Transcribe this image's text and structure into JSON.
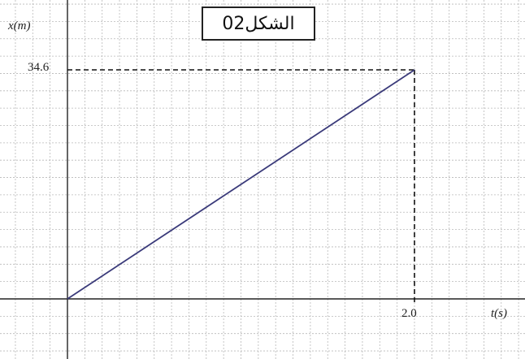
{
  "chart_data": {
    "type": "line",
    "title": "الشكل02",
    "xlabel": "t(s)",
    "ylabel": "x(m)",
    "series": [
      {
        "x": [
          0,
          2.0
        ],
        "y": [
          0,
          34.6
        ]
      }
    ],
    "annotations": {
      "x_marked": "2.0",
      "y_marked": "34.6"
    },
    "grid": true,
    "colors": {
      "line": "#3a3a7a",
      "grid": "#b8b8b8",
      "axis": "#222222"
    }
  }
}
